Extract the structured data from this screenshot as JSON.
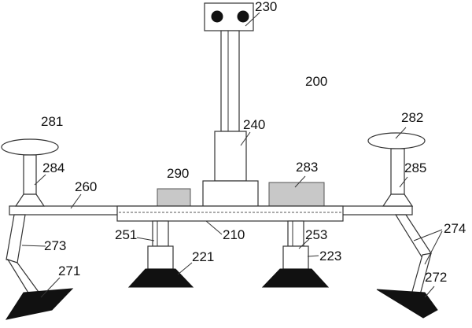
{
  "labels": {
    "system": "200",
    "camera": "230",
    "column": "240",
    "plate_left_seg": "260",
    "plate_center": "210",
    "box_left": "290",
    "box_right": "283",
    "sensor_left": "281",
    "sensor_right": "282",
    "stand_left": "284",
    "stand_right": "285",
    "foot_left_strut": "251",
    "foot_right_strut": "253",
    "pad_left": "221",
    "pad_right": "223",
    "leg_left": "273",
    "leg_right": "274",
    "shoe_left": "271",
    "shoe_right": "272"
  }
}
